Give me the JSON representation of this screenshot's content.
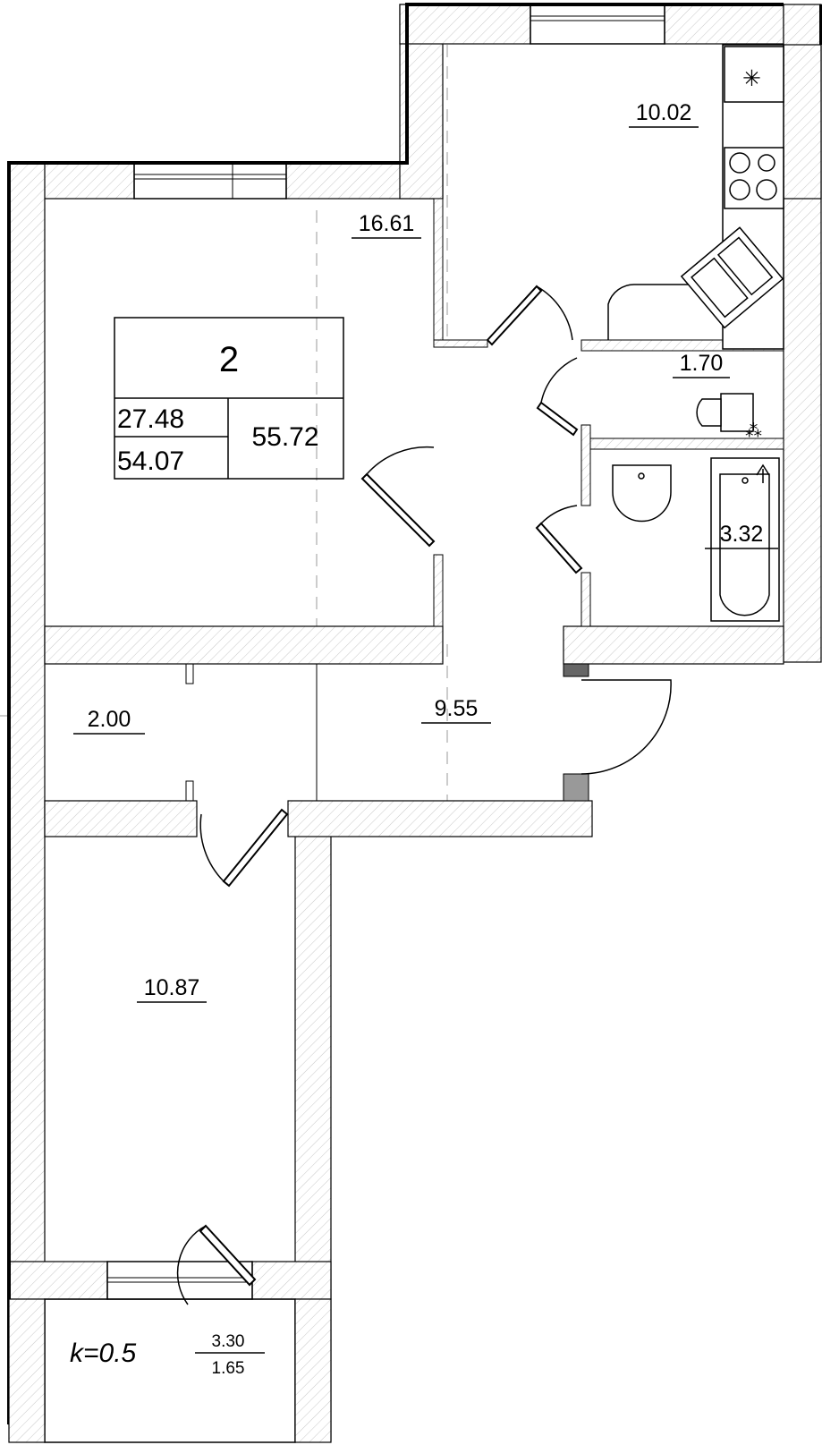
{
  "apartment": {
    "rooms_count": "2",
    "living_area": "27.48",
    "area_without_balcony": "54.07",
    "total_area": "55.72"
  },
  "rooms": {
    "living_room": "16.61",
    "kitchen": "10.02",
    "toilet": "1.70",
    "bathroom": "3.32",
    "corridor": "9.55",
    "hall": "2.00",
    "bedroom": "10.87"
  },
  "balcony": {
    "coefficient": "k=0.5",
    "area_full": "3.30",
    "area_reduced": "1.65"
  }
}
